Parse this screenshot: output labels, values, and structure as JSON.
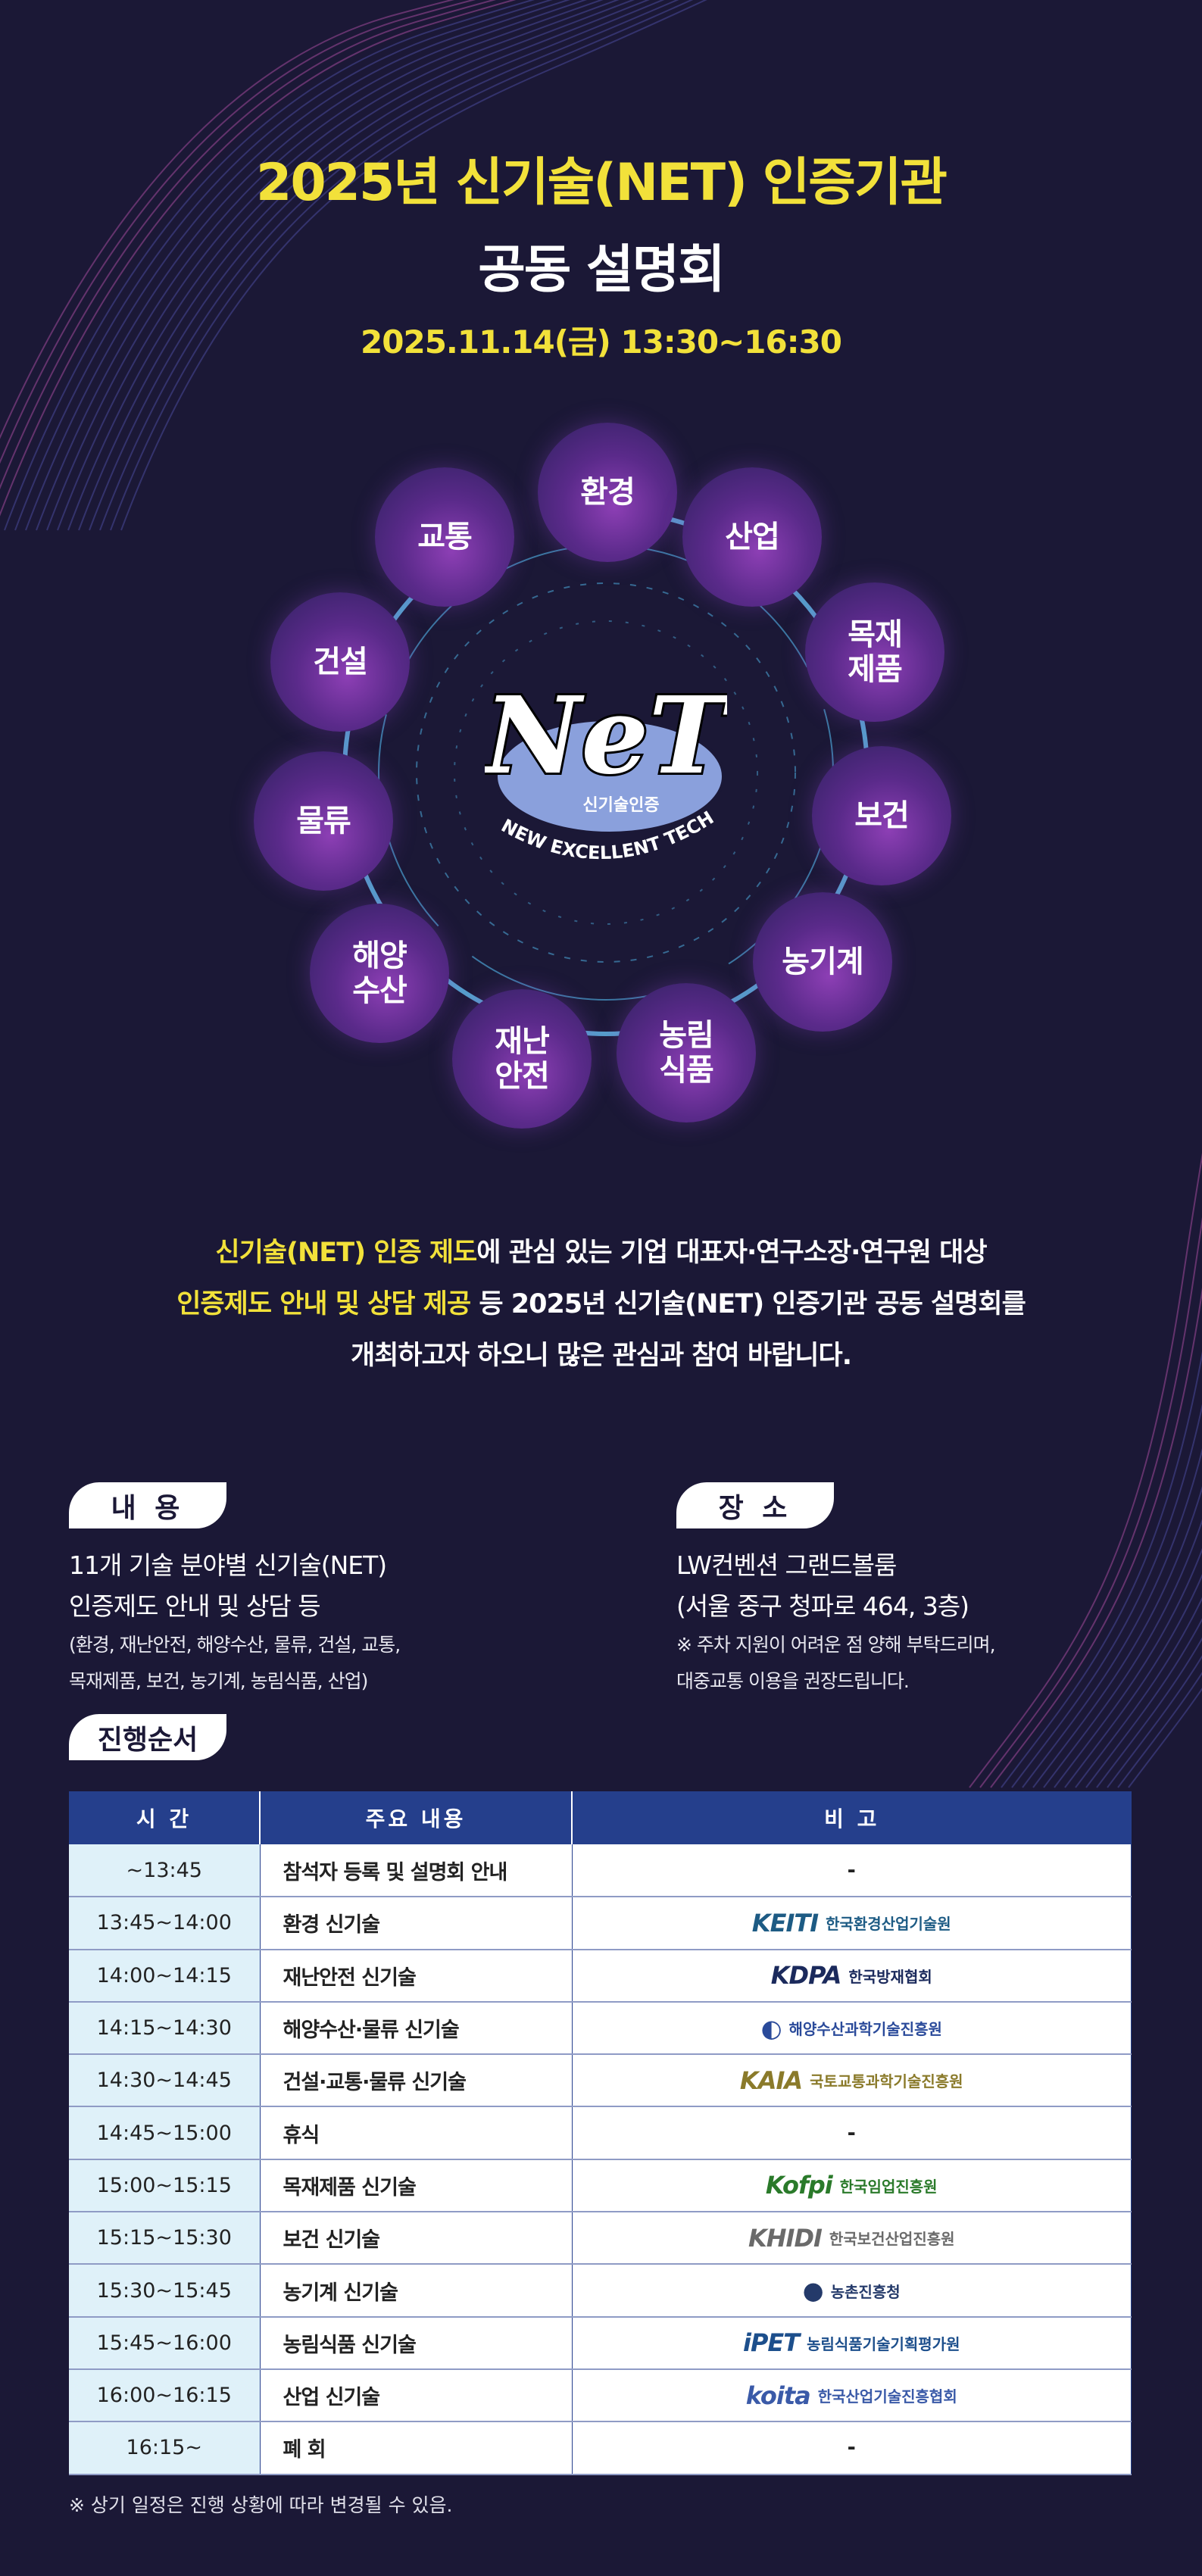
{
  "header": {
    "title_line1": "2025년 신기술(NET) 인증기관",
    "title_line2": "공동 설명회",
    "date": "2025.11.14(금) 13:30~16:30"
  },
  "colors": {
    "background": "#1b1836",
    "accent_yellow": "#f2e13a",
    "table_header": "#253f8c",
    "time_cell": "#dff1f9"
  },
  "diagram": {
    "fields": [
      "환경",
      "산업",
      "목재\n제품",
      "보건",
      "농기계",
      "농림\n식품",
      "재난\n안전",
      "해양\n수산",
      "물류",
      "건설",
      "교통"
    ],
    "logo_text": "NeT",
    "logo_korean": "신기술인증",
    "logo_subtitle": "NEW EXCELLENT TECHNOLOGY"
  },
  "intro": {
    "line1_highlight": "신기술(NET) 인증 제도",
    "line1_rest": "에 관심 있는 기업 대표자·연구소장·연구원 대상",
    "line2_highlight": "인증제도 안내 및 상담 제공",
    "line2_rest": " 등 2025년 신기술(NET) 인증기관 공동 설명회를",
    "line3": "개최하고자 하오니 많은 관심과 참여 바랍니다."
  },
  "content_section": {
    "label": "내 용",
    "line1": "11개 기술 분야별 신기술(NET)",
    "line2": "인증제도 안내 및 상담 등",
    "line3": "(환경, 재난안전, 해양수산, 물류, 건설, 교통,",
    "line4": "목재제품, 보건, 농기계, 농림식품, 산업)"
  },
  "venue_section": {
    "label": "장 소",
    "line1": "LW컨벤션 그랜드볼룸",
    "line2": "(서울 중구 청파로 464, 3층)",
    "line3": "※ 주차 지원이 어려운 점 양해 부탁드리며,",
    "line4": "대중교통 이용을 권장드립니다."
  },
  "schedule": {
    "label": "진행순서",
    "columns": [
      "시 간",
      "주요 내용",
      "비 고"
    ],
    "rows": [
      {
        "time": "~13:45",
        "content": "참석자 등록 및 설명회 안내",
        "note": "-"
      },
      {
        "time": "13:45~14:00",
        "content": "환경 신기술",
        "org_mark": "KEITI",
        "org_name": "한국환경산업기술원",
        "org_color": "#1d5b84"
      },
      {
        "time": "14:00~14:15",
        "content": "재난안전 신기술",
        "org_mark": "KDPA",
        "org_name": "한국방재협회",
        "org_color": "#1b2a5c"
      },
      {
        "time": "14:15~14:30",
        "content": "해양수산·물류 신기술",
        "org_mark": "◐",
        "org_name": "해양수산과학기술진흥원",
        "org_color": "#2a4a9a"
      },
      {
        "time": "14:30~14:45",
        "content": "건설·교통·물류 신기술",
        "org_mark": "KAIA",
        "org_name": "국토교통과학기술진흥원",
        "org_color": "#8a7a2a"
      },
      {
        "time": "14:45~15:00",
        "content": "휴식",
        "note": "-"
      },
      {
        "time": "15:00~15:15",
        "content": "목재제품 신기술",
        "org_mark": "Kofpi",
        "org_name": "한국임업진흥원",
        "org_color": "#2a7a2a"
      },
      {
        "time": "15:15~15:30",
        "content": "보건 신기술",
        "org_mark": "KHIDI",
        "org_name": "한국보건산업진흥원",
        "org_color": "#6a6a6a"
      },
      {
        "time": "15:30~15:45",
        "content": "농기계 신기술",
        "org_mark": "●",
        "org_name": "농촌진흥청",
        "org_color": "#243a6a"
      },
      {
        "time": "15:45~16:00",
        "content": "농림식품 신기술",
        "org_mark": "iPET",
        "org_name": "농림식품기술기획평가원",
        "org_color": "#1d4f8c"
      },
      {
        "time": "16:00~16:15",
        "content": "산업 신기술",
        "org_mark": "koita",
        "org_name": "한국산업기술진흥협회",
        "org_color": "#3a5aa8"
      },
      {
        "time": "16:15~",
        "content": "폐 회",
        "note": "-"
      }
    ]
  },
  "footnote": "※ 상기 일정은 진행 상황에 따라 변경될 수 있음."
}
